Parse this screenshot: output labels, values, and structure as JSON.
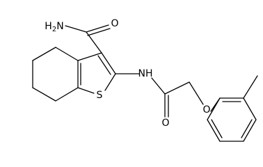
{
  "molecule": {
    "atoms": {
      "amide_n": {
        "element": "H2N",
        "main": "H",
        "sub": "2",
        "rest": "N"
      },
      "carbonyl_o_top": {
        "element": "O"
      },
      "ring_s": {
        "element": "S"
      },
      "nh": {
        "element": "NH"
      },
      "carbonyl_o_bottom": {
        "element": "O"
      },
      "ether_o": {
        "element": "O"
      }
    },
    "colors": {
      "bond": "#000000",
      "label": "#000000",
      "background": "#ffffff"
    }
  }
}
